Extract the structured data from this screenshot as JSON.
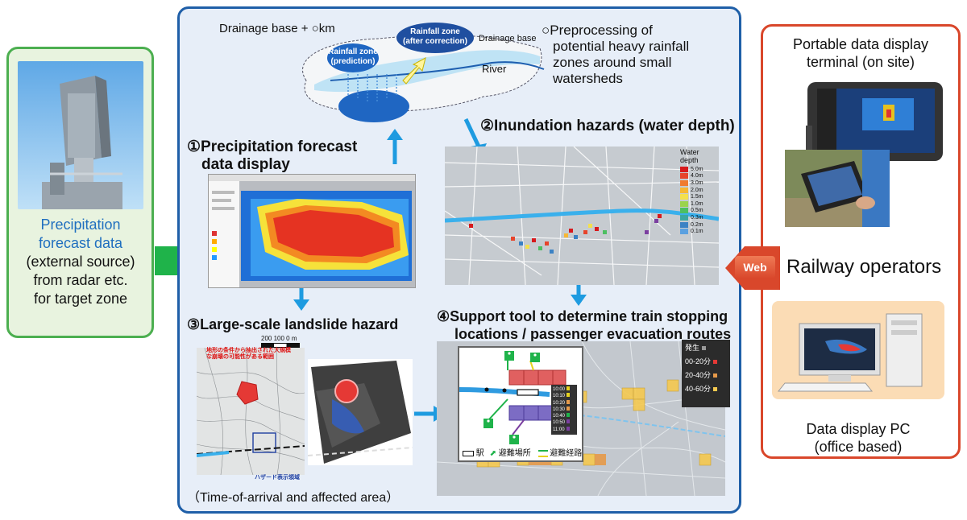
{
  "left": {
    "line1": "Precipitation",
    "line2": "forecast data",
    "line3": "(external source)",
    "line4": "from radar etc.",
    "line5": "for target zone"
  },
  "top_diagram": {
    "drainage_base_km": "Drainage base + ○km",
    "rainfall_zone_prediction_l1": "Rainfall zone",
    "rainfall_zone_prediction_l2": "(prediction)",
    "rainfall_zone_corrected_l1": "Rainfall zone",
    "rainfall_zone_corrected_l2": "(after correction)",
    "drainage_base": "Drainage base",
    "river": "River",
    "preprocessing_l1": "○Preprocessing of",
    "preprocessing_l2": "potential heavy rainfall",
    "preprocessing_l3": "zones around small",
    "preprocessing_l4": "watersheds"
  },
  "sections": {
    "s1_l1": "①Precipitation forecast",
    "s1_l2": "data display",
    "s2": "②Inundation hazards (water depth)",
    "s3": "③Large-scale landslide hazard",
    "s3_caption": "（Time-of-arrival and affected area）",
    "s4_l1": "④Support tool to determine train stopping",
    "s4_l2": "locations / passenger evacuation routes"
  },
  "water_depth": {
    "title": "Water depth",
    "levels": [
      "5.0m",
      "4.0m",
      "3.0m",
      "2.0m",
      "1.5m",
      "1.0m",
      "0.5m",
      "0.3m",
      "0.2m",
      "0.1m"
    ],
    "colors": [
      "#d7191c",
      "#e7442b",
      "#f07b2f",
      "#f7b733",
      "#f4e04d",
      "#9bd34c",
      "#4cbf61",
      "#3aa8a0",
      "#3b82c4",
      "#5aa0e0"
    ]
  },
  "landslide": {
    "scale": "200  100    0  m",
    "jp_note_l1": "地形の条件から抽出された大規模",
    "jp_note_l2": "な崩壊の可能性がある範囲",
    "hazard_area": "ハザード表示領域"
  },
  "evacuation": {
    "legend_onset": "発生",
    "legend_0_20": "00-20分",
    "legend_20_40": "20-40分",
    "legend_40_60": "40-60分",
    "times": [
      "10:00",
      "10:10",
      "10:20",
      "10:30",
      "10:40",
      "10:50",
      "11:00"
    ],
    "station": "駅",
    "shelter": "避難場所",
    "route": "避難経路"
  },
  "right": {
    "portable_l1": "Portable data display",
    "portable_l2": "terminal (on site)",
    "web": "Web",
    "operators": "Railway operators",
    "pc_l1": "Data display PC",
    "pc_l2": "(office based)"
  },
  "colors": {
    "left_border": "#4caf50",
    "center_border": "#1f5fa8",
    "right_border": "#d9472b",
    "arrow_blue": "#1e9be0",
    "arrow_green": "#1fb34a"
  }
}
